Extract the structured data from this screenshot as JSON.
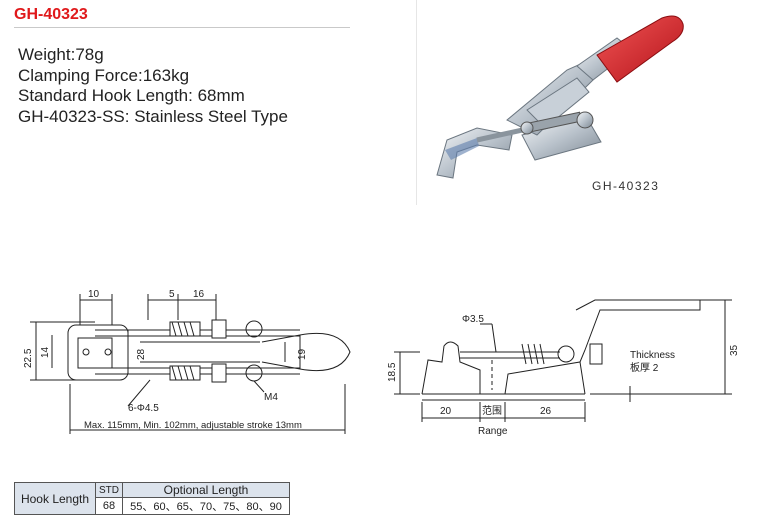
{
  "title": "GH-40323",
  "specs": [
    "Weight:78g",
    "Clamping Force:163kg",
    "Standard Hook Length: 68mm",
    "GH-40323-SS: Stainless Steel Type"
  ],
  "photo": {
    "caption": "GH-40323"
  },
  "drawing_front": {
    "dim_10": "10",
    "dim_5": "5",
    "dim_16": "16",
    "dim_22_5": "22.5",
    "dim_14": "14",
    "dim_28": "28",
    "dim_19": "19",
    "hole_label": "6-Φ4.5",
    "thread_label": "M4",
    "stroke_note": "Max. 115mm, Min. 102mm, adjustable stroke 13mm"
  },
  "drawing_side": {
    "dim_phi": "Φ3.5",
    "dim_18_5": "18.5",
    "dim_20": "20",
    "range_cn": "范围",
    "dim_26": "26",
    "range_label": "Range",
    "thickness_en": "Thickness",
    "thickness_cn": "板厚 2",
    "dim_35": "35"
  },
  "hook_table": {
    "row_label": "Hook Length",
    "std_header": "STD",
    "optional_header": "Optional Length",
    "std_value": "68",
    "optional_values": "55、60、65、70、75、80、90"
  }
}
